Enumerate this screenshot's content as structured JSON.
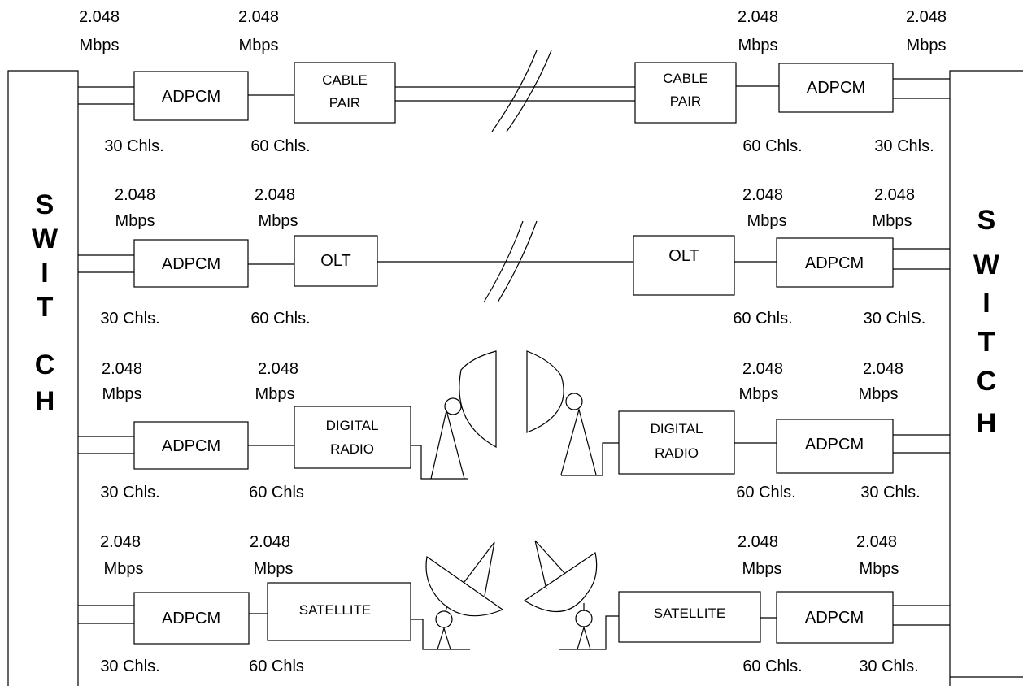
{
  "switch_left": {
    "letters": [
      "S",
      "W",
      "I",
      "T",
      "C",
      "H"
    ]
  },
  "switch_right": {
    "letters": [
      "S",
      "W",
      "I",
      "T",
      "C",
      "H"
    ]
  },
  "rows": [
    {
      "medium": "cable-pair",
      "rate_left_outer": [
        "2.048",
        "Mbps"
      ],
      "rate_left_inner": [
        "2.048",
        "Mbps"
      ],
      "rate_right_inner": [
        "2.048",
        "Mbps"
      ],
      "rate_right_outer": [
        "2.048",
        "Mbps"
      ],
      "adpcm_left": "ADPCM",
      "adpcm_right": "ADPCM",
      "link_left": [
        "CABLE",
        "PAIR"
      ],
      "link_right": [
        "CABLE",
        "PAIR"
      ],
      "ch_left_outer": "30 Chls.",
      "ch_left_inner": "60 Chls.",
      "ch_right_inner": "60 Chls.",
      "ch_right_outer": "30 Chls."
    },
    {
      "medium": "optical",
      "rate_left_outer": [
        "2.048",
        "Mbps"
      ],
      "rate_left_inner": [
        "2.048",
        "Mbps"
      ],
      "rate_right_inner": [
        "2.048",
        "Mbps"
      ],
      "rate_right_outer": [
        "2.048",
        "Mbps"
      ],
      "adpcm_left": "ADPCM",
      "adpcm_right": "ADPCM",
      "link_left": [
        "OLT"
      ],
      "link_right": [
        "OLT"
      ],
      "ch_left_outer": "30 Chls.",
      "ch_left_inner": "60 Chls.",
      "ch_right_inner": "60 Chls.",
      "ch_right_outer": "30 ChlS."
    },
    {
      "medium": "digital-radio",
      "rate_left_outer": [
        "2.048",
        "Mbps"
      ],
      "rate_left_inner": [
        "2.048",
        "Mbps"
      ],
      "rate_right_inner": [
        "2.048",
        "Mbps"
      ],
      "rate_right_outer": [
        "2.048",
        "Mbps"
      ],
      "adpcm_left": "ADPCM",
      "adpcm_right": "ADPCM",
      "link_left": [
        "DIGITAL",
        "RADIO"
      ],
      "link_right": [
        "DIGITAL",
        "RADIO"
      ],
      "ch_left_outer": "30 Chls.",
      "ch_left_inner": "60 Chls",
      "ch_right_inner": "60 Chls.",
      "ch_right_outer": "30 Chls."
    },
    {
      "medium": "satellite",
      "rate_left_outer": [
        "2.048",
        "Mbps"
      ],
      "rate_left_inner": [
        "2.048",
        "Mbps"
      ],
      "rate_right_inner": [
        "2.048",
        "Mbps"
      ],
      "rate_right_outer": [
        "2.048",
        "Mbps"
      ],
      "adpcm_left": "ADPCM",
      "adpcm_right": "ADPCM",
      "link_left": [
        "SATELLITE"
      ],
      "link_right": [
        "SATELLITE"
      ],
      "ch_left_outer": "30 Chls.",
      "ch_left_inner": "60 Chls",
      "ch_right_inner": "60 Chls.",
      "ch_right_outer": "30 Chls."
    }
  ],
  "icons": {
    "cable_break": "cable-break-icon",
    "fiber_break": "fiber-break-icon",
    "radio_antenna": "microwave-antenna-icon",
    "satellite_dish": "satellite-dish-icon"
  }
}
